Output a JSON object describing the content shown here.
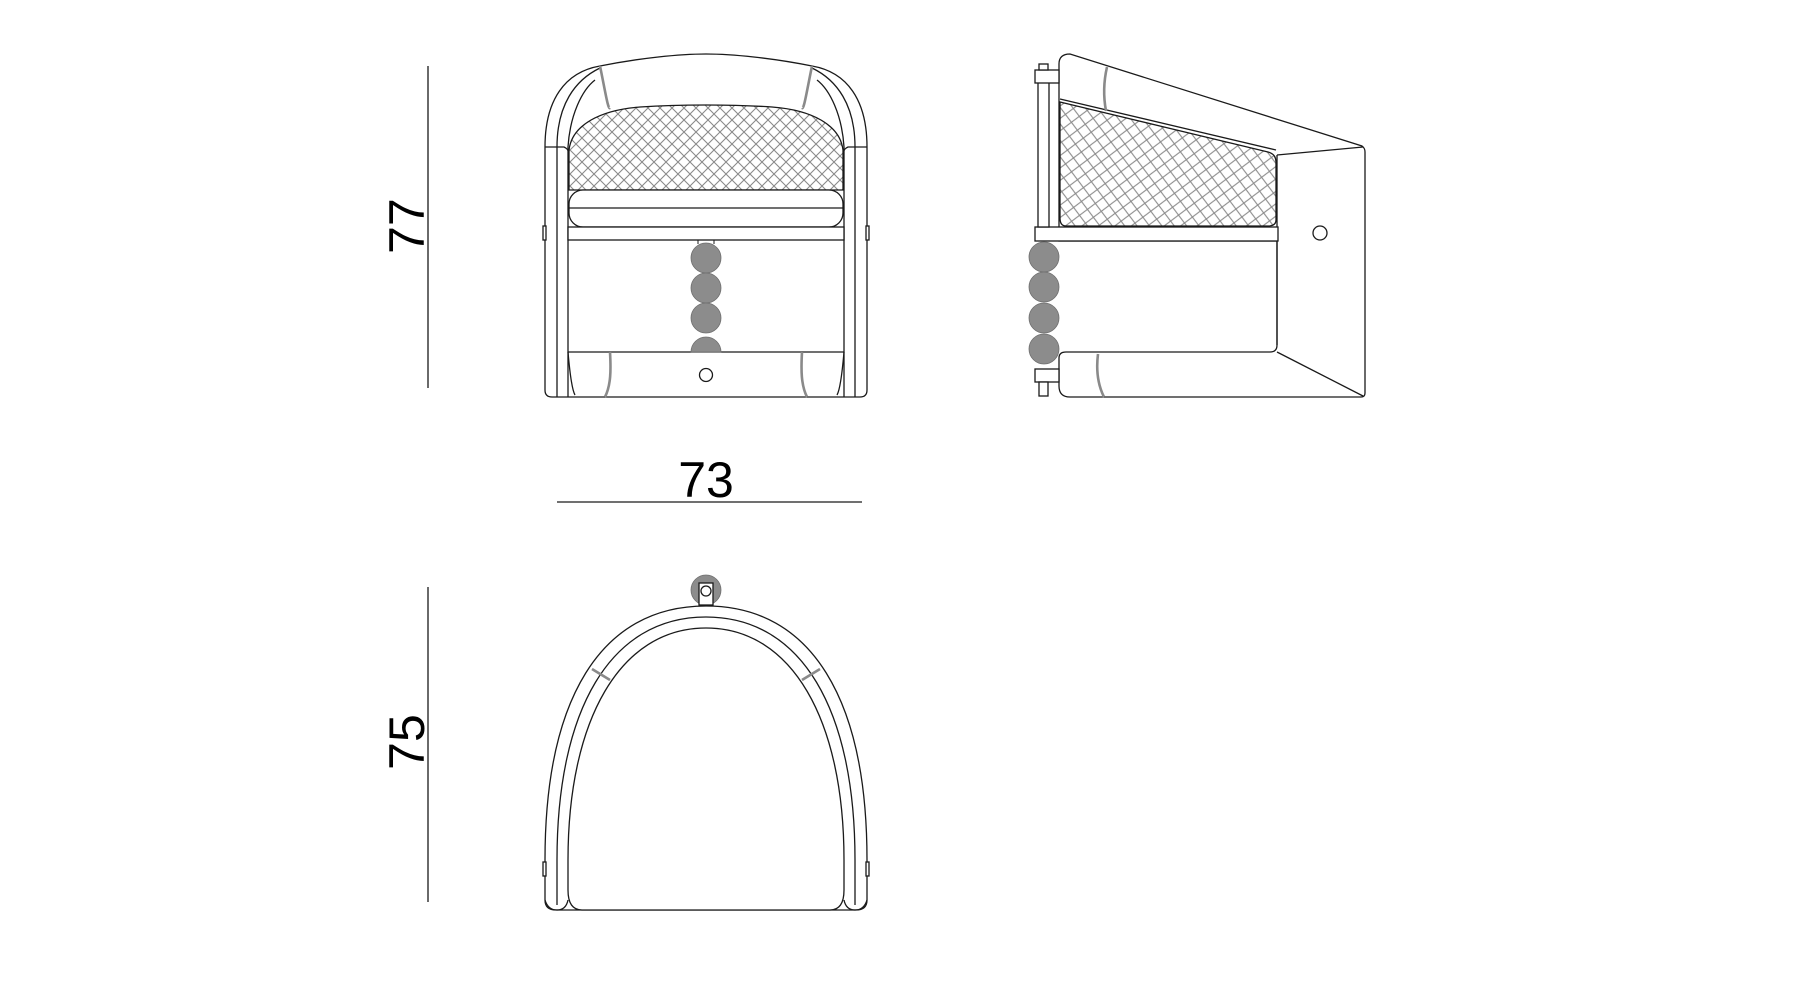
{
  "drawing": {
    "type": "technical furniture drawing",
    "subject": "armchair",
    "views": [
      {
        "name": "front-view",
        "label": ""
      },
      {
        "name": "side-view",
        "label": ""
      },
      {
        "name": "top-view",
        "label": ""
      }
    ],
    "unit_hint": "cm",
    "colors": {
      "line": "#1a1a1a",
      "seam": "#8a8a8a",
      "bead_fill": "#8c8c8c",
      "quilt": "#8a8a8a",
      "background": "#ffffff"
    }
  },
  "dimensions": {
    "height": {
      "value": "77",
      "orientation": "vertical",
      "applies_to": "front-view"
    },
    "width": {
      "value": "73",
      "orientation": "horizontal",
      "applies_to": "front-view"
    },
    "depth": {
      "value": "75",
      "orientation": "vertical",
      "applies_to": "top-view"
    }
  }
}
